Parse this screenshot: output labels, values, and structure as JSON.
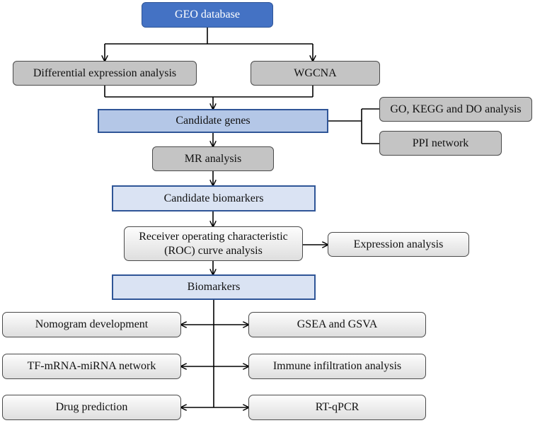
{
  "nodes": {
    "geo": "GEO database",
    "diff_expr": "Differential expression analysis",
    "wgcna": "WGCNA",
    "candidate_genes": "Candidate genes",
    "enrichment": "GO, KEGG and DO analysis",
    "ppi": "PPI network",
    "mr": "MR analysis",
    "candidate_biomarkers": "Candidate biomarkers",
    "roc_line1": "Receiver operating characteristic",
    "roc_line2": "(ROC) curve analysis",
    "expression": "Expression analysis",
    "biomarkers": "Biomarkers",
    "nomogram": "Nomogram development",
    "gsea": "GSEA and GSVA",
    "tf_network": "TF-mRNA-miRNA network",
    "immune": "Immune infiltration analysis",
    "drug": "Drug prediction",
    "rtqpcr": "RT-qPCR"
  },
  "colors": {
    "primary_blue": "#4472c4",
    "candidate_fill": "#b4c7e7",
    "light_blue_fill": "#dae3f3",
    "border_blue": "#2f5597",
    "gray_fill": "#c4c4c4",
    "line": "#000000"
  }
}
